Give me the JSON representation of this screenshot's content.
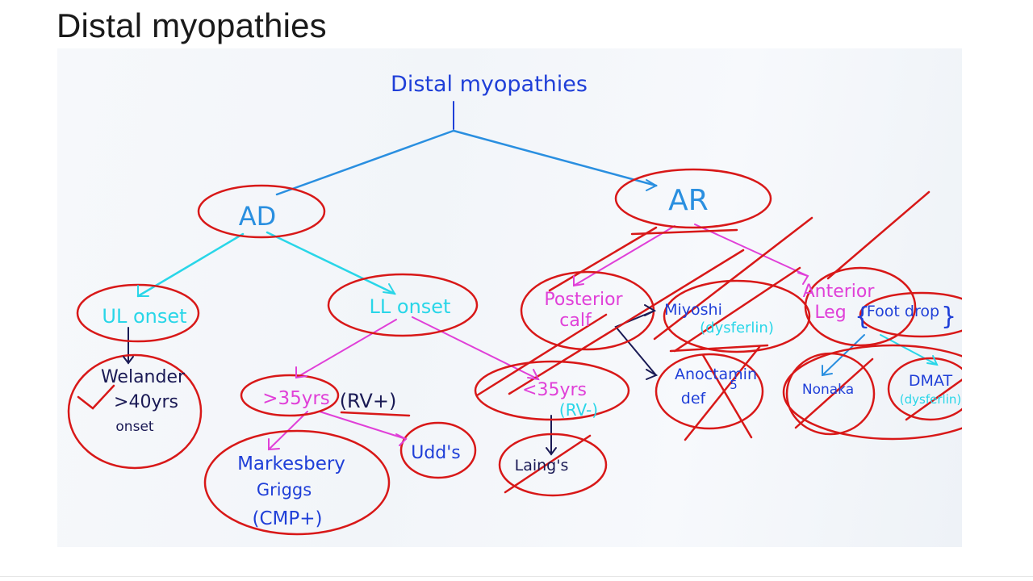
{
  "slide": {
    "title": "Distal myopathies"
  },
  "diagram": {
    "root": "Distal myopathies",
    "ad": "AD",
    "ar": "AR",
    "ul_onset": "UL onset",
    "ll_onset": "LL onset",
    "welander": [
      "Welander",
      ">40yrs",
      "onset"
    ],
    "gt35": ">35yrs",
    "rv_plus": "(RV+)",
    "lt35": "<35yrs",
    "rv_minus": "(RV-)",
    "markesbery": [
      "Markesbery",
      "Griggs",
      "(CMP+)"
    ],
    "udd": "Udd's",
    "laing": "Laing's",
    "posterior_calf": [
      "Posterior",
      "calf"
    ],
    "miyoshi": [
      "Miyoshi",
      "(dysferlin)"
    ],
    "anoctamin": [
      "Anoctamin",
      "def",
      "5"
    ],
    "anterior_leg": [
      "Anterior",
      "Leg"
    ],
    "foot_drop": "Foot drop",
    "nonaka": "Nonaka",
    "dmat": [
      "DMAT",
      "(dysferlin)"
    ],
    "colors": {
      "dark_blue": "#1f3fd8",
      "light_blue": "#2aa8ff",
      "cyan": "#29d6e8",
      "magenta": "#e040d8",
      "red": "#d81818",
      "navy": "#1a1a55"
    }
  }
}
